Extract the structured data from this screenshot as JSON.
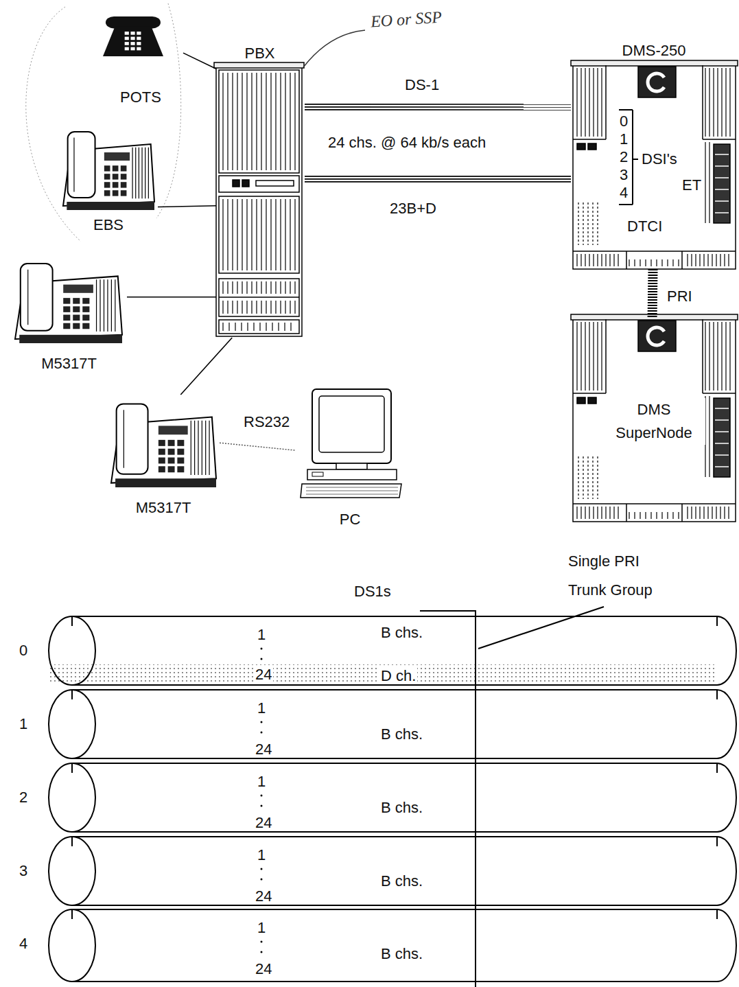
{
  "diagram": {
    "nodes": [
      {
        "text": [
          "POTS"
        ]
      },
      {
        "text": [
          "EBS"
        ]
      },
      {
        "text": [
          "M5317T"
        ]
      },
      {
        "text": [
          "PBX"
        ]
      },
      {
        "text": [
          "M5317T"
        ]
      },
      {
        "text": [
          "PC"
        ]
      },
      {
        "text": [
          "DMS-250",
          "DSI's",
          "ET",
          "DTCI"
        ]
      },
      {
        "text": [
          "DMS SuperNode"
        ]
      },
      {
        "text": [
          "0",
          "1",
          "24",
          "B chs.",
          "D ch."
        ]
      },
      {
        "text": [
          "1",
          "1",
          "24",
          "B chs."
        ]
      },
      {
        "text": [
          "2",
          "1",
          "24",
          "B chs."
        ]
      },
      {
        "text": [
          "3",
          "1",
          "24",
          "B chs."
        ]
      },
      {
        "text": [
          "4",
          "1",
          "24",
          "B chs."
        ]
      }
    ],
    "edges": [
      {
        "from": 0,
        "to": 3,
        "arrow": "none"
      },
      {
        "from": 1,
        "to": 3,
        "arrow": "none"
      },
      {
        "from": 2,
        "to": 3,
        "arrow": "none"
      },
      {
        "from": 4,
        "to": 3,
        "arrow": "none"
      },
      {
        "from": 4,
        "to": 5,
        "label": "RS232",
        "arrow": "none"
      },
      {
        "from": 3,
        "to": 6,
        "label": "DS-1",
        "arrow": "none"
      },
      {
        "from": 3,
        "to": 6,
        "label": "23B+D",
        "arrow": "none"
      },
      {
        "from": 6,
        "to": 7,
        "label": "PRI",
        "arrow": "none"
      }
    ],
    "labels": [
      "EO or SSP",
      "24 chs. @ 64 kb/s each",
      "0",
      "1",
      "2",
      "3",
      "4",
      "DS1s",
      "Single PRI Trunk Group"
    ]
  }
}
